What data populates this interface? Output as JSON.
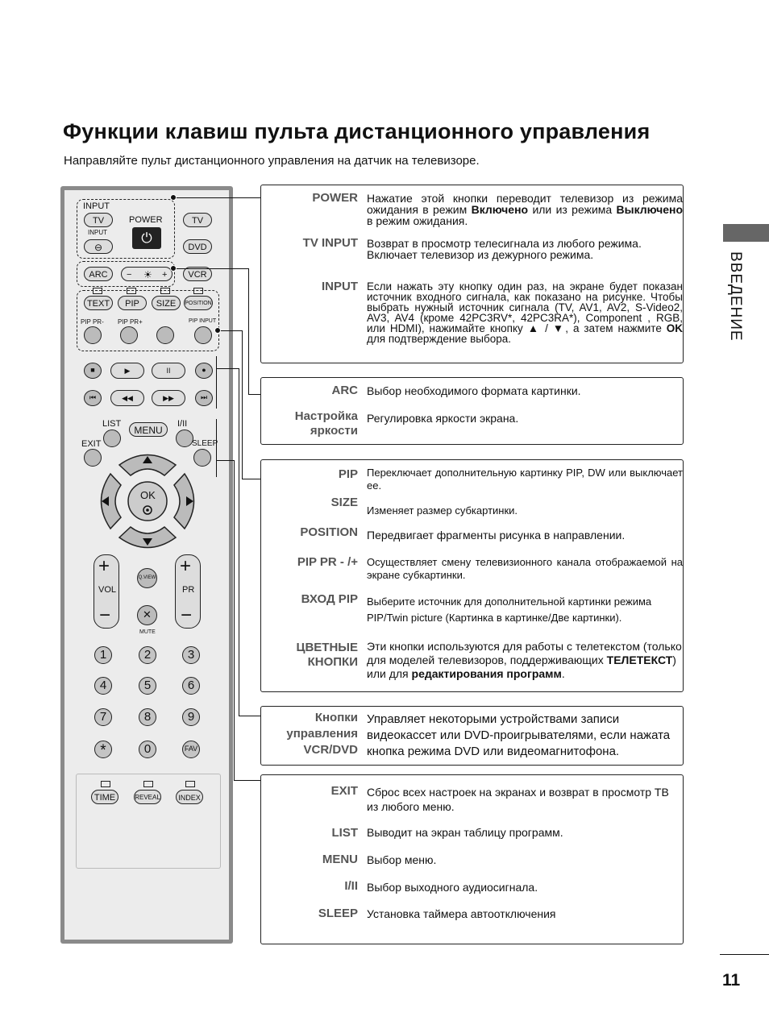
{
  "page": {
    "title": "Функции клавиш пульта дистанционного управления",
    "subtitle": "Направляйте пульт дистанционного управления на датчик на телевизоре.",
    "side_label": "ВВЕДЕНИЕ",
    "page_number": "11"
  },
  "remote": {
    "input": "INPUT",
    "tv": "TV",
    "power": "POWER",
    "tv2": "TV",
    "input_small": "INPUT",
    "dvd": "DVD",
    "arc": "ARC",
    "brightness_minus": "−",
    "brightness_plus": "+",
    "vcr": "VCR",
    "text": "TEXT",
    "pip": "PIP",
    "size": "SIZE",
    "position": "POSITION",
    "pip_pr_minus": "PIP PR-",
    "pip_pr_plus": "PIP PR+",
    "pip_input": "PIP INPUT",
    "stop": "■",
    "play": "▶",
    "pause": "II",
    "rec": "●",
    "prev": "⏮",
    "rew": "◀◀",
    "ff": "▶▶",
    "next": "⏭",
    "list": "LIST",
    "menu": "MENU",
    "i_ii": "I/II",
    "exit": "EXIT",
    "sleep": "SLEEP",
    "ok": "OK",
    "vol": "VOL",
    "pr": "PR",
    "qview": "Q.VIEW",
    "mute": "MUTE",
    "numbers": [
      "1",
      "2",
      "3",
      "4",
      "5",
      "6",
      "7",
      "8",
      "9"
    ],
    "star": "*",
    "zero": "0",
    "fav": "FAV",
    "time": "TIME",
    "reveal": "REVEAL",
    "index": "INDEX"
  },
  "box1": {
    "power_term": "POWER",
    "power_desc_1": "Нажатие этой кнопки переводит телевизор из режима ожидания в режим ",
    "power_desc_b1": "Включено",
    "power_desc_2": " или из режима ",
    "power_desc_b2": "Выключено",
    "power_desc_3": " в режим ожидания.",
    "tvinput_term": "TV INPUT",
    "tvinput_desc_1": "Возврат в просмотр телесигнала из любого режима.",
    "tvinput_desc_2": "Включает телевизор из дежурного режима.",
    "input_term": "INPUT",
    "input_desc_1": "Если нажать эту кнопку один раз, на экране будет показан источник входного сигнала, как показано на рисунке. Чтобы выбрать нужный источник сигнала (TV, AV1, AV2, S-Video2, AV3, AV4 (кроме 42PC3RV*, 42PC3RA*), Component , RGB, или HDMI), нажимайте кнопку ▲ / ▼, а затем нажмите ",
    "input_desc_b": "OK",
    "input_desc_2": " для подтверждение выбора."
  },
  "box2": {
    "arc_term": "ARC",
    "arc_desc": "Выбор необходимого формата картинки.",
    "brightness_term": "Настройка яркости",
    "brightness_desc": "Регулировка яркости экрана."
  },
  "box3": {
    "pip_term": "PIP",
    "pip_desc": "Переключает дополнительную картинку PIP, DW или выключает ее.",
    "size_term": "SIZE",
    "size_desc": "Изменяет размер субкартинки.",
    "position_term": "POSITION",
    "position_desc": "Передвигает фрагменты рисунка в направлении.",
    "pippr_term": "PIP PR - /+",
    "pippr_desc": "Осуществляет смену телевизионного канала отображаемой на экране субкартинки.",
    "vhodpip_term": "ВХОД PIP",
    "vhodpip_desc": "Выберите источник для дополнительной картинки режима PIP/Twin picture (Картинка в картинке/Две картинки).",
    "color_term": "ЦВЕТНЫЕ КНОПКИ",
    "color_desc_1": "Эти кнопки используются для работы с телетекстом (только для моделей телевизоров, поддерживающих ",
    "color_desc_b1": "ТЕЛЕТЕКСТ",
    "color_desc_2": ") или для ",
    "color_desc_b2": "редактирования программ",
    "color_desc_3": "."
  },
  "box4": {
    "vcr_term": "Кнопки управления VCR/DVD",
    "vcr_desc": "Управляет некоторыми устройствами записи видеокассет или DVD-проигрывателями, если нажата кнопка режима DVD или видеомагнитофона."
  },
  "box5": {
    "exit_term": "EXIT",
    "exit_desc": "Сброс всех настроек на экранах и возврат в просмотр ТВ из любого меню.",
    "list_term": "LIST",
    "list_desc": "Выводит на экран таблицу программ.",
    "menu_term": "MENU",
    "menu_desc": "Выбор меню.",
    "i_ii_term": "I/II",
    "i_ii_desc": "Выбор выходного аудиосигнала.",
    "sleep_term": "SLEEP",
    "sleep_desc": "Установка таймера автоотключения"
  }
}
